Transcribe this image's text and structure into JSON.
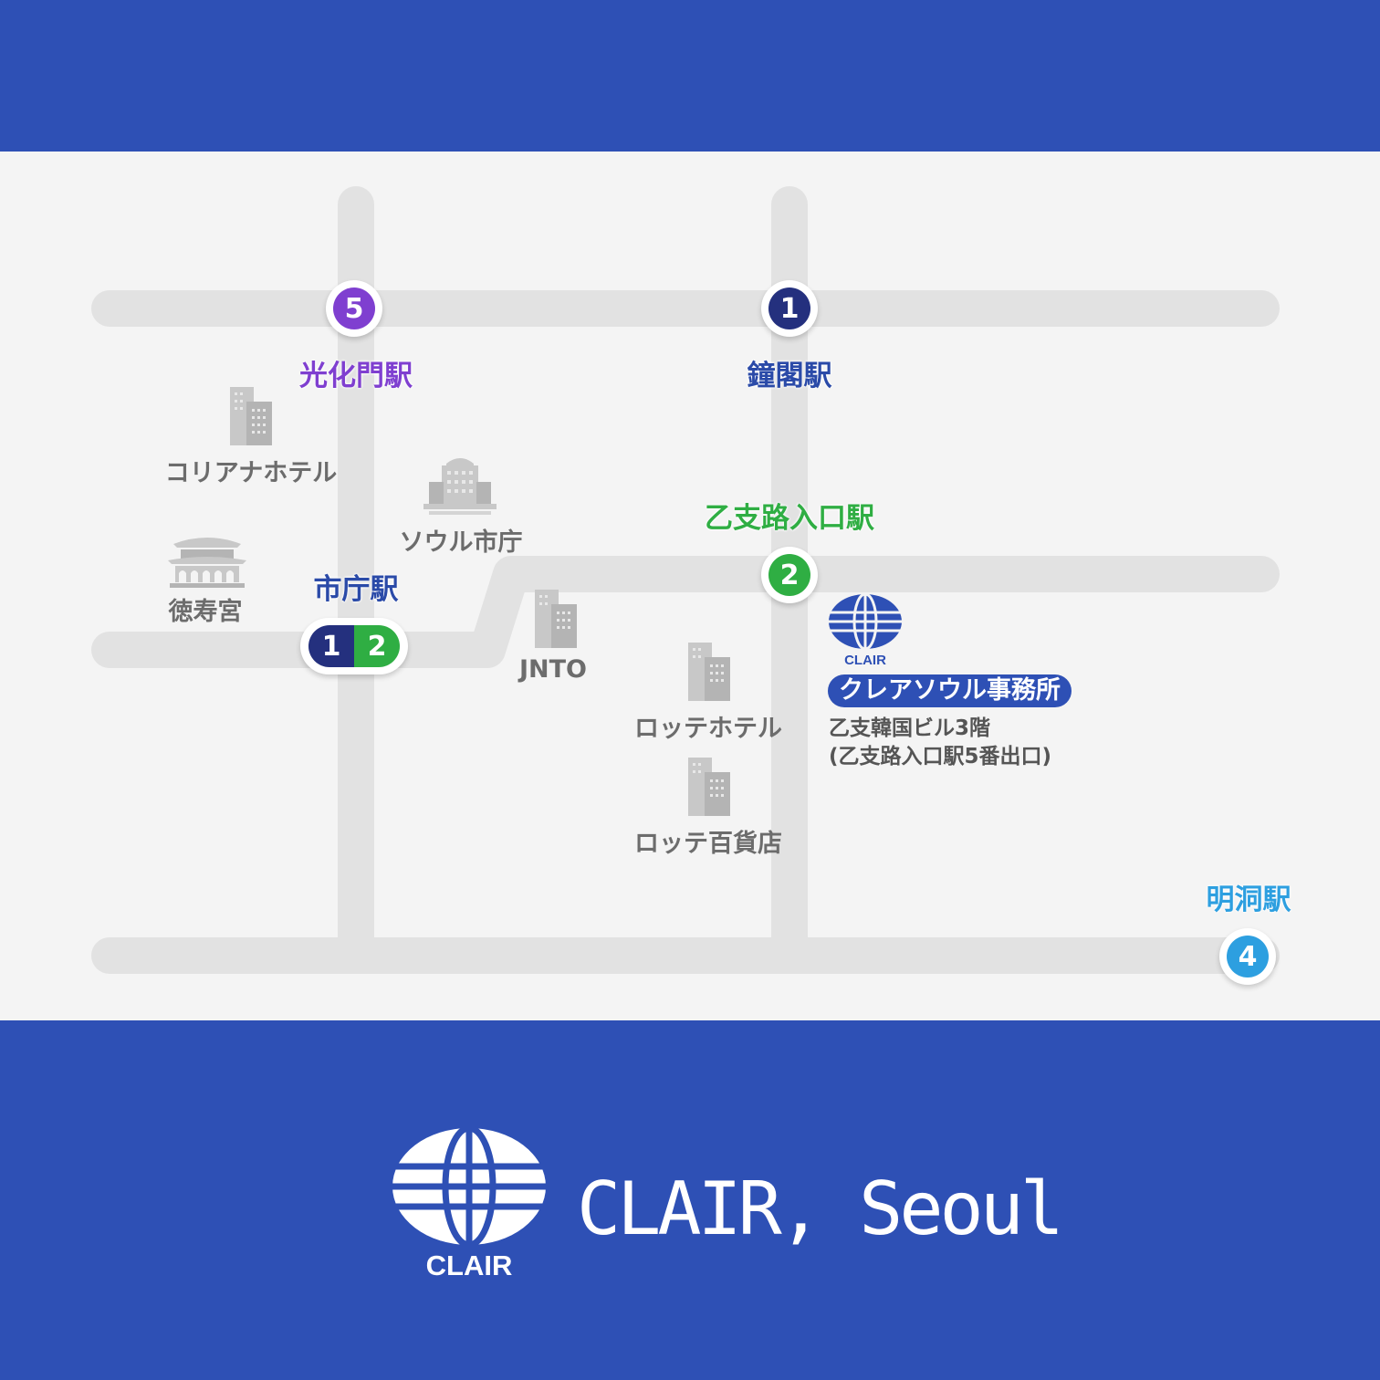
{
  "stations": {
    "gwanghwamun": {
      "line": "5",
      "name": "光化門駅",
      "color": "#7f3fd0"
    },
    "jonggak": {
      "line": "1",
      "name": "鐘閣駅",
      "color": "#24307e"
    },
    "euljiro": {
      "line": "2",
      "name": "乙支路入口駅",
      "color": "#2fae43"
    },
    "cityhall": {
      "lines": [
        "1",
        "2"
      ],
      "name": "市庁駅",
      "color": "#2a4aa8"
    },
    "myeongdong": {
      "line": "4",
      "name": "明洞駅",
      "color": "#2d9fe0"
    }
  },
  "landmarks": {
    "koreana": "コリアナホテル",
    "seoul_city_hall": "ソウル市庁",
    "deoksugung": "徳寿宮",
    "jnto": "JNTO",
    "lotte_hotel": "ロッテホテル",
    "lotte_dept": "ロッテ百貨店"
  },
  "office": {
    "logo_text": "CLAIR",
    "title": "クレアソウル事務所",
    "address_line1": "乙支韓国ビル3階",
    "address_line2": "(乙支路入口駅5番出口)"
  },
  "footer": {
    "logo_text": "CLAIR",
    "brand": "CLAIR, Seoul"
  }
}
